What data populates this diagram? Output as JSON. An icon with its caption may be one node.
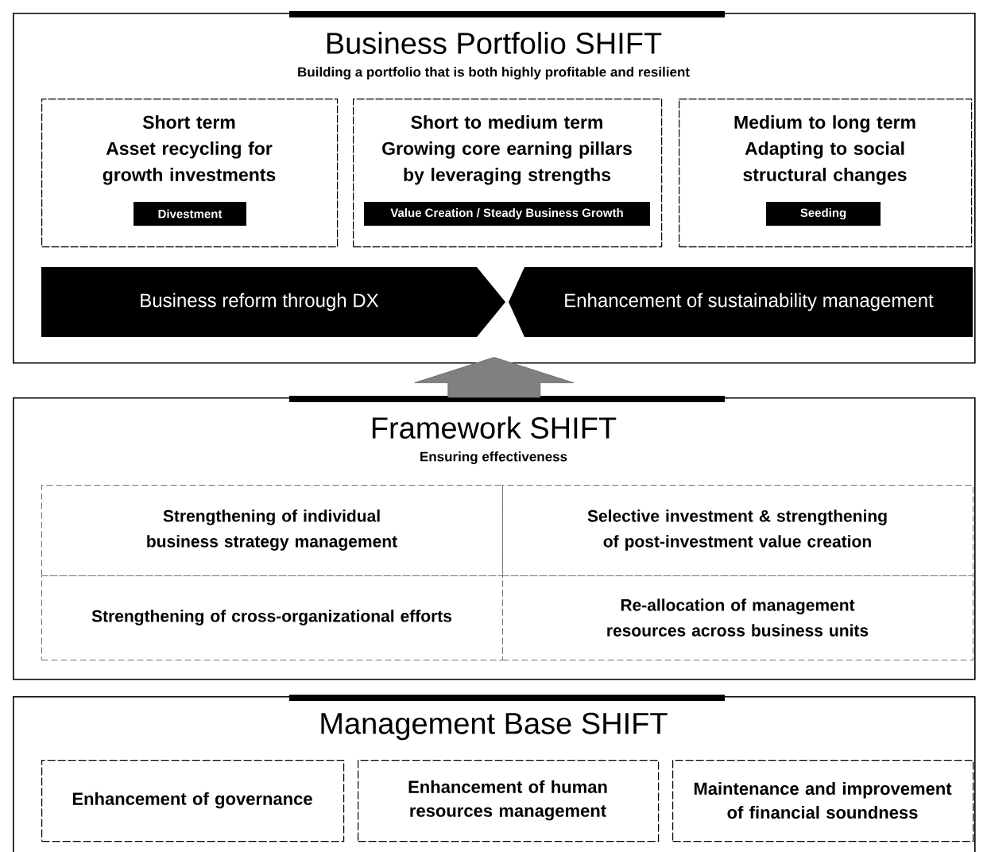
{
  "diagram": {
    "nodes": [
      {
        "text": [
          "Business Portfolio SHIFT",
          "Building a portfolio that is both highly profitable and resilient"
        ]
      },
      {
        "text": [
          "Short term",
          "Asset recycling for growth investments"
        ],
        "in": 0
      },
      {
        "text": [
          "Divestment"
        ],
        "in": 1
      },
      {
        "text": [
          "Short to medium term",
          "Growing core earning pillars by leveraging strengths"
        ],
        "in": 0
      },
      {
        "text": [
          "Value Creation / Steady Business Growth"
        ],
        "in": 3
      },
      {
        "text": [
          "Medium to long term",
          "Adapting to social structural changes"
        ],
        "in": 0
      },
      {
        "text": [
          "Seeding"
        ],
        "in": 5
      },
      {
        "text": [
          "Business reform through DX"
        ],
        "in": 0
      },
      {
        "text": [
          "Enhancement of sustainability management"
        ],
        "in": 0
      },
      {
        "text": [
          "Framework SHIFT",
          "Ensuring effectiveness"
        ]
      },
      {
        "text": [
          "Strengthening of individual business strategy management"
        ],
        "in": 9
      },
      {
        "text": [
          "Selective investment & strengthening of post-investment value creation"
        ],
        "in": 9
      },
      {
        "text": [
          "Strengthening of cross-organizational efforts"
        ],
        "in": 9
      },
      {
        "text": [
          "Re-allocation of management resources across business units"
        ],
        "in": 9
      },
      {
        "text": [
          "Management Base SHIFT"
        ]
      },
      {
        "text": [
          "Enhancement of governance"
        ],
        "in": 14
      },
      {
        "text": [
          "Enhancement of human resources management"
        ],
        "in": 14
      },
      {
        "text": [
          "Maintenance and improvement of financial soundness"
        ],
        "in": 14
      }
    ],
    "edges": [
      {
        "from": 9,
        "to": 0,
        "arrow": "to"
      }
    ]
  }
}
